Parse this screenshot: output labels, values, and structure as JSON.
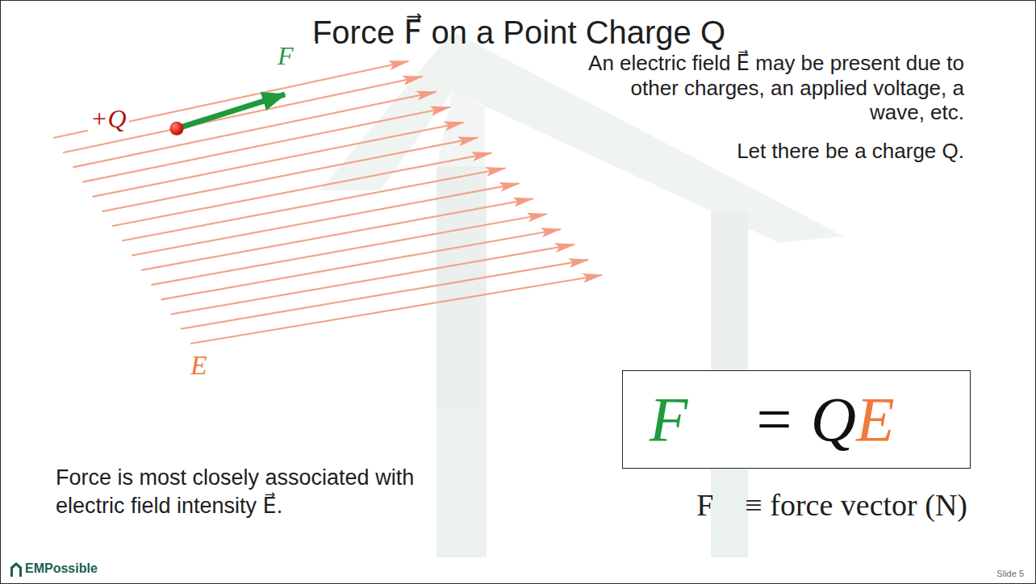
{
  "diagram": {
    "title": "Force F⃗ on a Point Charge Q",
    "nodes": [
      {
        "text": [
          "F⃗ = QE⃗"
        ]
      }
    ],
    "labels": [
      "+Q",
      "F⃗",
      "E⃗",
      "An electric field E⃗ may be present due to other charges, an applied voltage, a wave, etc.",
      "Let there be a charge Q.",
      "F⃗ ≡ force vector (N)",
      "Force is most closely associated with electric field intensity E⃗.",
      "EMPossible",
      "Slide 5"
    ]
  }
}
